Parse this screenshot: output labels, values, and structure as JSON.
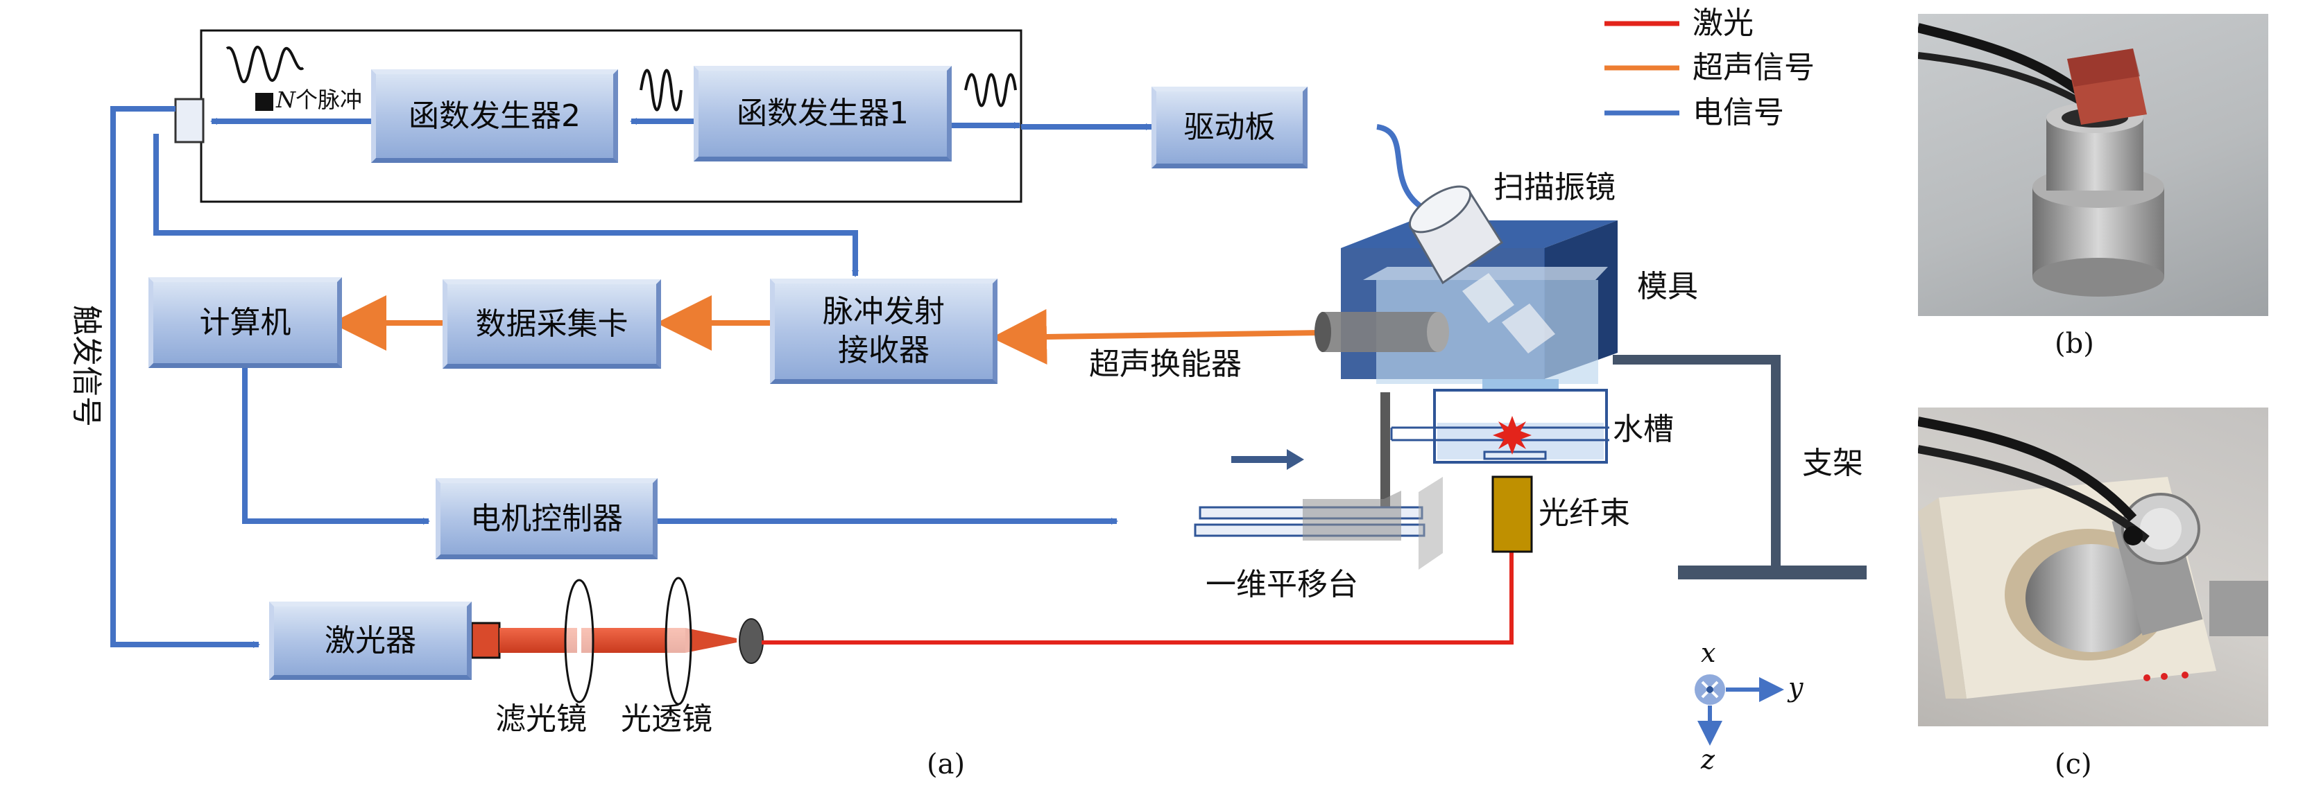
{
  "legend": {
    "laser": {
      "label": "激光",
      "color": "#e3241b"
    },
    "ultrasound": {
      "label": "超声信号",
      "color": "#ed7d31"
    },
    "electric": {
      "label": "电信号",
      "color": "#4472c4"
    }
  },
  "boxes": {
    "func_gen_2": "函数发生器2",
    "func_gen_1": "函数发生器1",
    "driver_board": "驱动板",
    "computer": "计算机",
    "daq_card": "数据采集卡",
    "pulser_receiver": "脉冲发射\n接收器",
    "motor_controller": "电机控制器",
    "laser": "激光器"
  },
  "labels": {
    "n_pulses_n": "N",
    "n_pulses_text": "个脉冲",
    "trigger_signal": "触发信号",
    "galvo_mirror": "扫描振镜",
    "mold": "模具",
    "ultrasonic_transducer": "超声换能器",
    "water_tank": "水槽",
    "support": "支架",
    "fiber_bundle": "光纤束",
    "linear_stage": "一维平移台",
    "filter": "滤光镜",
    "lens": "光透镜"
  },
  "axes": {
    "x": "x",
    "y": "y",
    "z": "z"
  },
  "captions": {
    "a": "(a)",
    "b": "(b)",
    "c": "(c)"
  },
  "colors": {
    "box_fill": "#b0c4e6",
    "mold_blue": "#2f5597",
    "support_gray": "#44546a",
    "fiber_gold": "#bf9000"
  }
}
